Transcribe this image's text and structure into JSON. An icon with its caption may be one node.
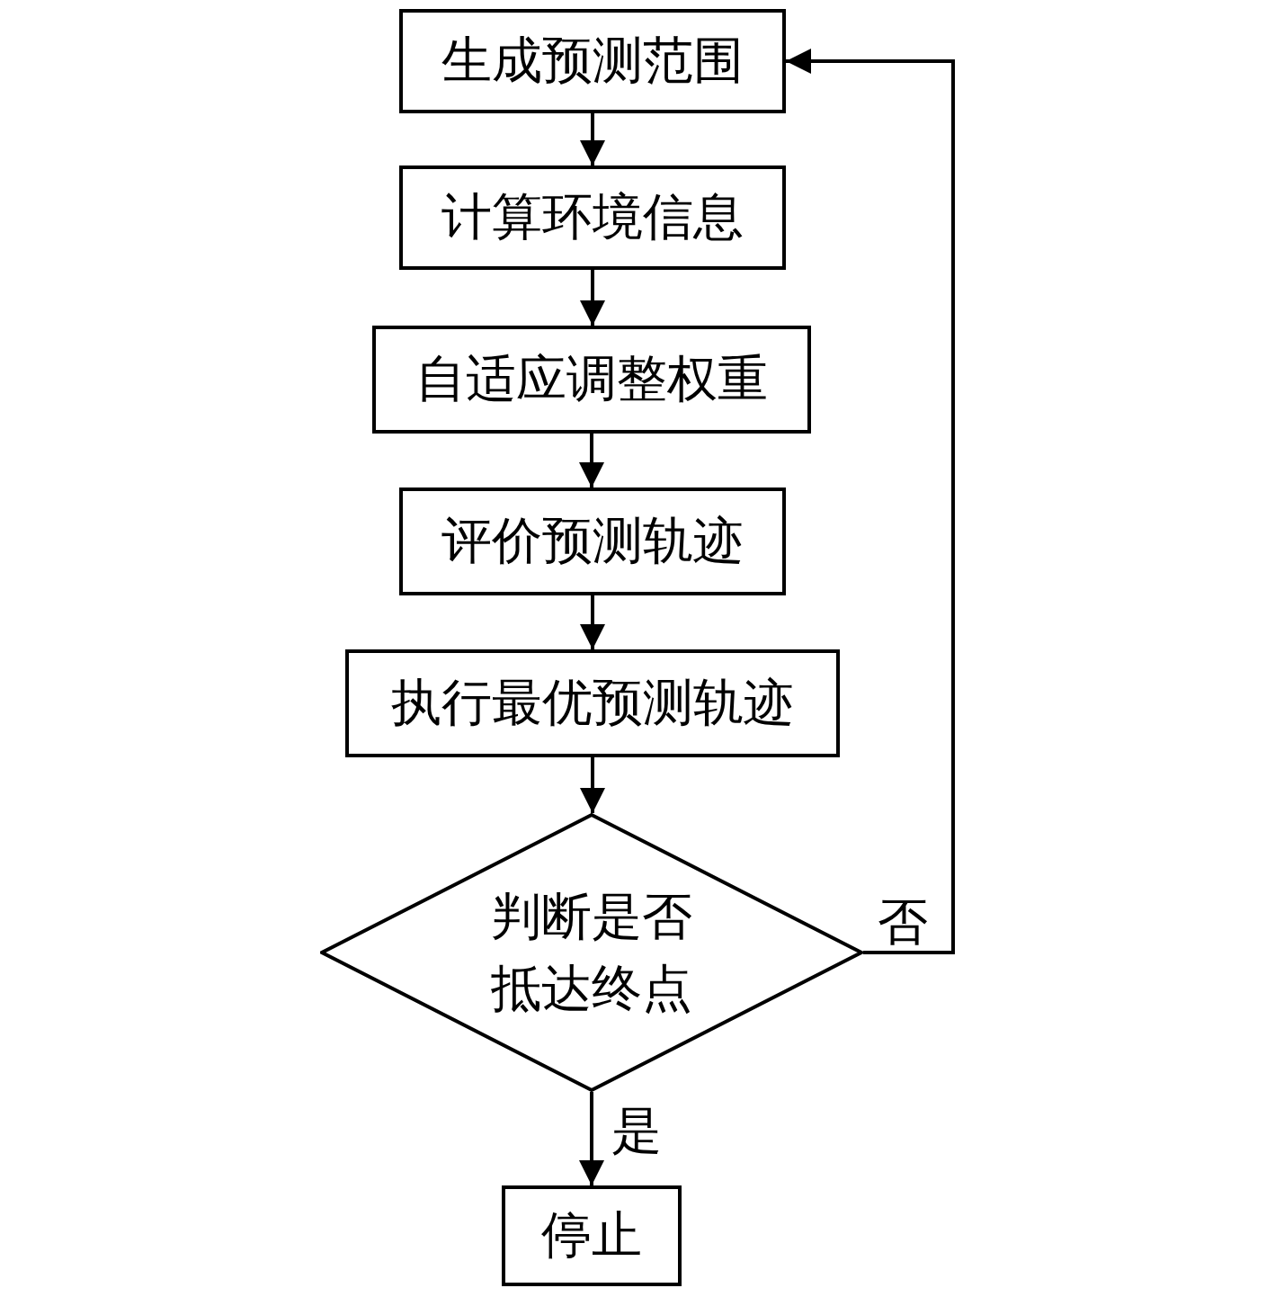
{
  "diagram": {
    "nodes": [
      {
        "text": [
          "生成预测范围"
        ]
      },
      {
        "text": [
          "计算环境信息"
        ]
      },
      {
        "text": [
          "自适应调整权重"
        ]
      },
      {
        "text": [
          "评价预测轨迹"
        ]
      },
      {
        "text": [
          "执行最优预测轨迹"
        ]
      },
      {
        "text": [
          "判断是否抵达终点"
        ]
      },
      {
        "text": [
          "停止"
        ]
      }
    ],
    "edges": [
      {
        "from": 0,
        "to": 1,
        "arrow": "to"
      },
      {
        "from": 1,
        "to": 2,
        "arrow": "to"
      },
      {
        "from": 2,
        "to": 3,
        "arrow": "to"
      },
      {
        "from": 3,
        "to": 4,
        "arrow": "to"
      },
      {
        "from": 4,
        "to": 5,
        "arrow": "to"
      },
      {
        "from": 5,
        "to": 6,
        "arrow": "to",
        "label": "是"
      },
      {
        "from": 5,
        "to": 0,
        "arrow": "to",
        "label": "否"
      }
    ]
  }
}
